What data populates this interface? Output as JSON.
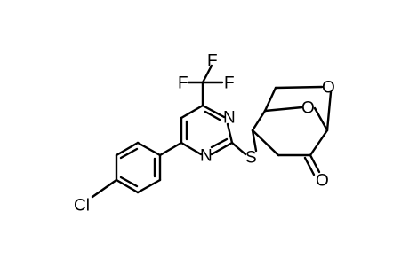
{
  "atoms": {
    "F1": "F",
    "F2": "F",
    "F3": "F",
    "N_top": "N",
    "N_bottom": "N",
    "S": "S",
    "Cl": "Cl",
    "O_bridge_upper": "O",
    "O_bridge_lower": "O",
    "O_ketone": "O"
  },
  "colors": {
    "ink": "#000000",
    "background": "#ffffff"
  }
}
